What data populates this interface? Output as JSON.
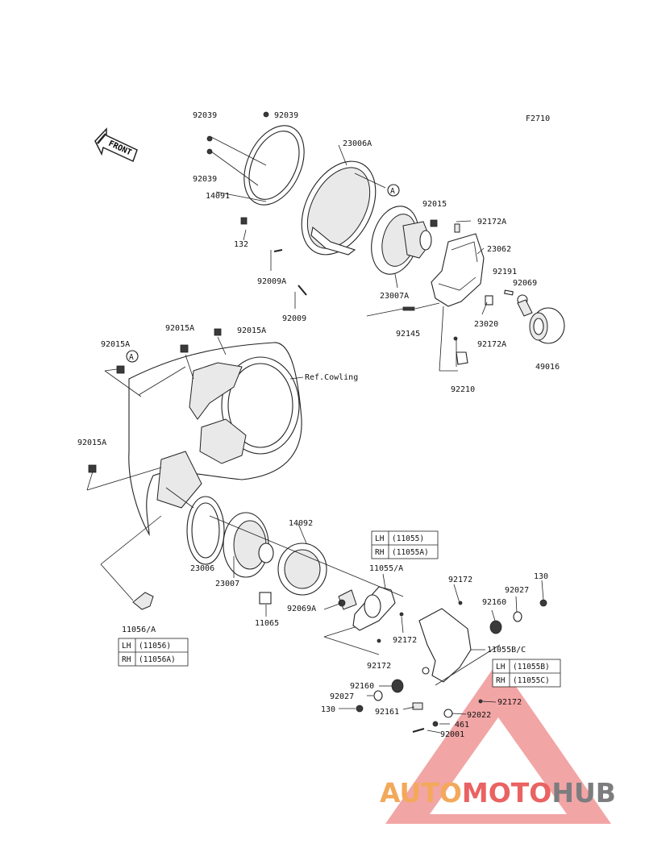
{
  "figure_code": "F2710",
  "front_label": "FRONT",
  "ref_cowling": "Ref.Cowling",
  "callout_a": "A",
  "labels": {
    "p92039_a": "92039",
    "p92039_b": "92039",
    "p92039_c": "92039",
    "p14091": "14091",
    "p23006A": "23006A",
    "p132": "132",
    "p92009A": "92009A",
    "p92009": "92009",
    "p23007A": "23007A",
    "p92015": "92015",
    "p92172A_a": "92172A",
    "p23062": "23062",
    "p92191": "92191",
    "p92069": "92069",
    "p92145": "92145",
    "p23020": "23020",
    "p92172A_b": "92172A",
    "p49016": "49016",
    "p92210": "92210",
    "p92015A_a": "92015A",
    "p92015A_b": "92015A",
    "p92015A_c": "92015A",
    "p92015A_d": "92015A",
    "p14092": "14092",
    "p23006": "23006",
    "p23007": "23007",
    "p11065": "11065",
    "p92069A": "92069A",
    "p11055A": "11055/A",
    "p92172_a": "92172",
    "p92172_b": "92172",
    "p92172_c": "92172",
    "p92172_d": "92172",
    "p92160_a": "92160",
    "p92160_b": "92160",
    "p92027_a": "92027",
    "p92027_b": "92027",
    "p130_a": "130",
    "p130_b": "130",
    "p11055BC": "11055B/C",
    "p11056A": "11056/A",
    "p92161": "92161",
    "p92022": "92022",
    "p461": "461",
    "p92001": "92001"
  },
  "tables": {
    "t11055": [
      [
        "LH",
        "(11055)"
      ],
      [
        "RH",
        "(11055A)"
      ]
    ],
    "t11056": [
      [
        "LH",
        "(11056)"
      ],
      [
        "RH",
        "(11056A)"
      ]
    ],
    "t11055b": [
      [
        "LH",
        "(11055B)"
      ],
      [
        "RH",
        "(11055C)"
      ]
    ]
  },
  "watermark": {
    "part1": "AUTO",
    "part2": "MOTO",
    "part3": "HUB"
  },
  "colors": {
    "wm_orange": "#f3a95a",
    "wm_red": "#ea6262",
    "wm_dark": "#7d7d80",
    "triangle": "#e96a6a"
  }
}
